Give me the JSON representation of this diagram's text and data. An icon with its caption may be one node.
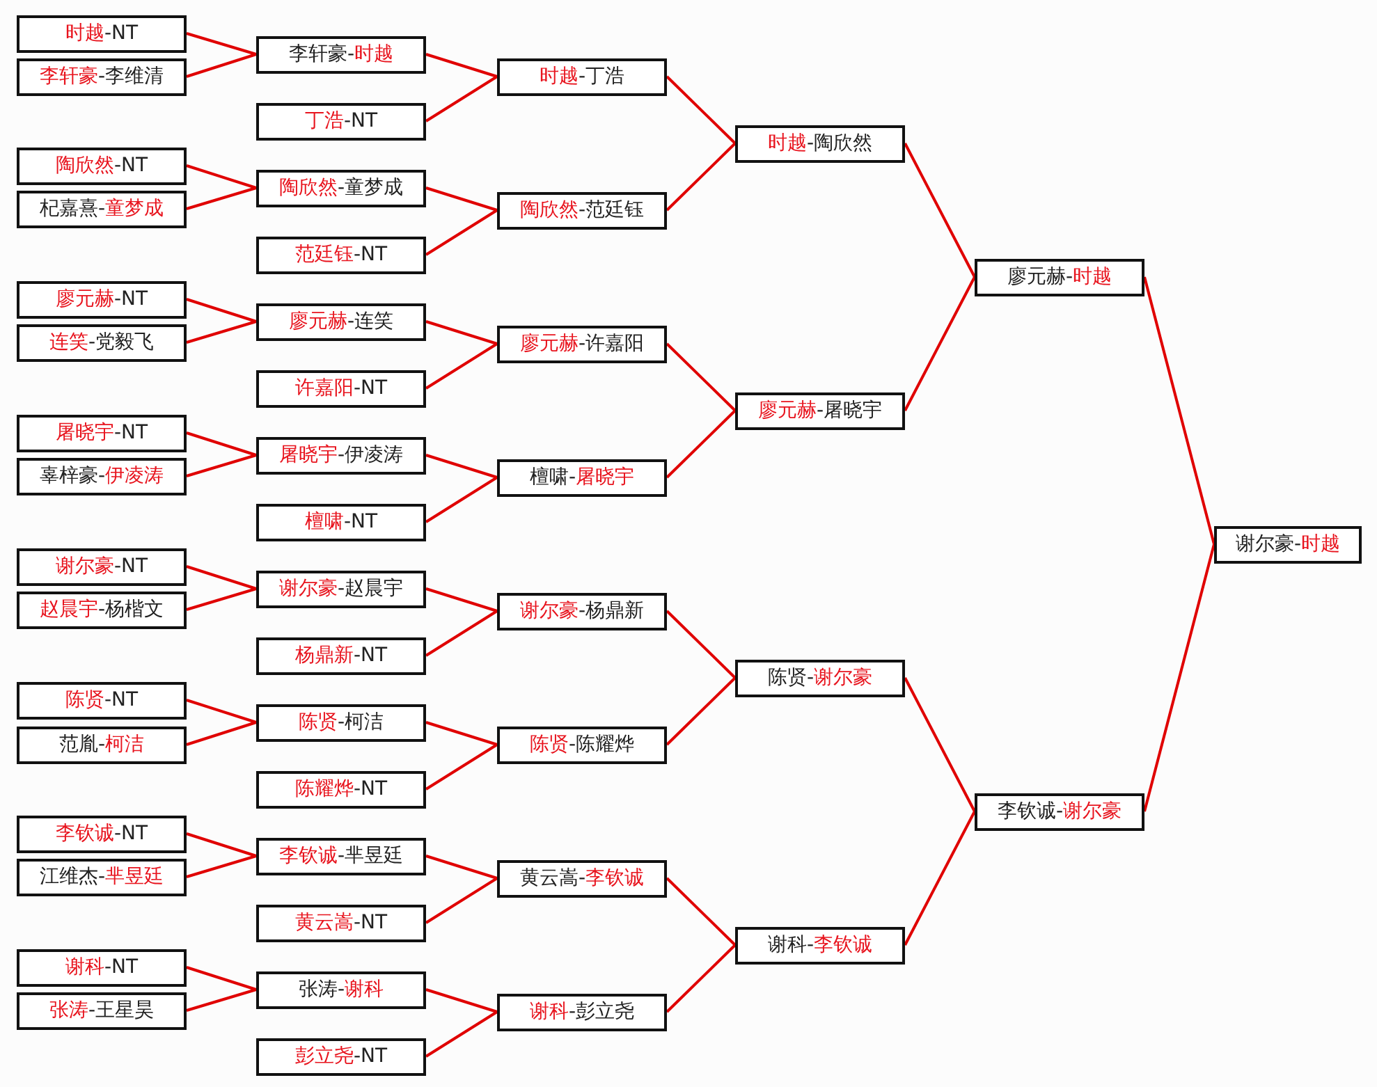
{
  "diagram": {
    "nodes": [
      {
        "text": [
          "**时越**-NT"
        ]
      },
      {
        "text": [
          "**李轩豪**-李维清"
        ]
      },
      {
        "text": [
          "**陶欣然**-NT"
        ]
      },
      {
        "text": [
          "杞嘉熹-**童梦成**"
        ]
      },
      {
        "text": [
          "**廖元赫**-NT"
        ]
      },
      {
        "text": [
          "**连笑**-党毅飞"
        ]
      },
      {
        "text": [
          "**屠晓宇**-NT"
        ]
      },
      {
        "text": [
          "辜梓豪-**伊凌涛**"
        ]
      },
      {
        "text": [
          "**谢尔豪**-NT"
        ]
      },
      {
        "text": [
          "**赵晨宇**-杨楷文"
        ]
      },
      {
        "text": [
          "**陈贤**-NT"
        ]
      },
      {
        "text": [
          "范胤-**柯洁**"
        ]
      },
      {
        "text": [
          "**李钦诚**-NT"
        ]
      },
      {
        "text": [
          "江维杰-**芈昱廷**"
        ]
      },
      {
        "text": [
          "**谢科**-NT"
        ]
      },
      {
        "text": [
          "**张涛**-王星昊"
        ]
      },
      {
        "text": [
          "李轩豪-**时越**"
        ]
      },
      {
        "text": [
          "**丁浩**-NT"
        ]
      },
      {
        "text": [
          "**陶欣然**-童梦成"
        ]
      },
      {
        "text": [
          "**范廷钰**-NT"
        ]
      },
      {
        "text": [
          "**廖元赫**-连笑"
        ]
      },
      {
        "text": [
          "**许嘉阳**-NT"
        ]
      },
      {
        "text": [
          "**屠晓宇**-伊凌涛"
        ]
      },
      {
        "text": [
          "**檀啸**-NT"
        ]
      },
      {
        "text": [
          "**谢尔豪**-赵晨宇"
        ]
      },
      {
        "text": [
          "**杨鼎新**-NT"
        ]
      },
      {
        "text": [
          "**陈贤**-柯洁"
        ]
      },
      {
        "text": [
          "**陈耀烨**-NT"
        ]
      },
      {
        "text": [
          "**李钦诚**-芈昱廷"
        ]
      },
      {
        "text": [
          "**黄云嵩**-NT"
        ]
      },
      {
        "text": [
          "张涛-**谢科**"
        ]
      },
      {
        "text": [
          "**彭立尧**-NT"
        ]
      },
      {
        "text": [
          "**时越**-丁浩"
        ]
      },
      {
        "text": [
          "**陶欣然**-范廷钰"
        ]
      },
      {
        "text": [
          "**廖元赫**-许嘉阳"
        ]
      },
      {
        "text": [
          "檀啸-**屠晓宇**"
        ]
      },
      {
        "text": [
          "**谢尔豪**-杨鼎新"
        ]
      },
      {
        "text": [
          "**陈贤**-陈耀烨"
        ]
      },
      {
        "text": [
          "黄云嵩-**李钦诚**"
        ]
      },
      {
        "text": [
          "**谢科**-彭立尧"
        ]
      },
      {
        "text": [
          "**时越**-陶欣然"
        ]
      },
      {
        "text": [
          "**廖元赫**-屠晓宇"
        ]
      },
      {
        "text": [
          "陈贤-**谢尔豪**"
        ]
      },
      {
        "text": [
          "谢科-**李钦诚**"
        ]
      },
      {
        "text": [
          "廖元赫-**时越**"
        ]
      },
      {
        "text": [
          "李钦诚-**谢尔豪**"
        ]
      },
      {
        "text": [
          "谢尔豪-**时越**"
        ]
      }
    ],
    "edges": [
      {
        "from": 0,
        "to": 16,
        "arrow": "none"
      },
      {
        "from": 1,
        "to": 16,
        "arrow": "none"
      },
      {
        "from": 2,
        "to": 18,
        "arrow": "none"
      },
      {
        "from": 3,
        "to": 18,
        "arrow": "none"
      },
      {
        "from": 4,
        "to": 20,
        "arrow": "none"
      },
      {
        "from": 5,
        "to": 20,
        "arrow": "none"
      },
      {
        "from": 6,
        "to": 22,
        "arrow": "none"
      },
      {
        "from": 7,
        "to": 22,
        "arrow": "none"
      },
      {
        "from": 8,
        "to": 24,
        "arrow": "none"
      },
      {
        "from": 9,
        "to": 24,
        "arrow": "none"
      },
      {
        "from": 10,
        "to": 26,
        "arrow": "none"
      },
      {
        "from": 11,
        "to": 26,
        "arrow": "none"
      },
      {
        "from": 12,
        "to": 28,
        "arrow": "none"
      },
      {
        "from": 13,
        "to": 28,
        "arrow": "none"
      },
      {
        "from": 14,
        "to": 30,
        "arrow": "none"
      },
      {
        "from": 15,
        "to": 30,
        "arrow": "none"
      },
      {
        "from": 16,
        "to": 32,
        "arrow": "none"
      },
      {
        "from": 17,
        "to": 32,
        "arrow": "none"
      },
      {
        "from": 18,
        "to": 33,
        "arrow": "none"
      },
      {
        "from": 19,
        "to": 33,
        "arrow": "none"
      },
      {
        "from": 20,
        "to": 34,
        "arrow": "none"
      },
      {
        "from": 21,
        "to": 34,
        "arrow": "none"
      },
      {
        "from": 22,
        "to": 35,
        "arrow": "none"
      },
      {
        "from": 23,
        "to": 35,
        "arrow": "none"
      },
      {
        "from": 24,
        "to": 36,
        "arrow": "none"
      },
      {
        "from": 25,
        "to": 36,
        "arrow": "none"
      },
      {
        "from": 26,
        "to": 37,
        "arrow": "none"
      },
      {
        "from": 27,
        "to": 37,
        "arrow": "none"
      },
      {
        "from": 28,
        "to": 38,
        "arrow": "none"
      },
      {
        "from": 29,
        "to": 38,
        "arrow": "none"
      },
      {
        "from": 30,
        "to": 39,
        "arrow": "none"
      },
      {
        "from": 31,
        "to": 39,
        "arrow": "none"
      },
      {
        "from": 32,
        "to": 40,
        "arrow": "none"
      },
      {
        "from": 33,
        "to": 40,
        "arrow": "none"
      },
      {
        "from": 34,
        "to": 41,
        "arrow": "none"
      },
      {
        "from": 35,
        "to": 41,
        "arrow": "none"
      },
      {
        "from": 36,
        "to": 42,
        "arrow": "none"
      },
      {
        "from": 37,
        "to": 42,
        "arrow": "none"
      },
      {
        "from": 38,
        "to": 43,
        "arrow": "none"
      },
      {
        "from": 39,
        "to": 43,
        "arrow": "none"
      },
      {
        "from": 40,
        "to": 44,
        "arrow": "none"
      },
      {
        "from": 41,
        "to": 44,
        "arrow": "none"
      },
      {
        "from": 42,
        "to": 45,
        "arrow": "none"
      },
      {
        "from": 43,
        "to": 45,
        "arrow": "none"
      },
      {
        "from": 44,
        "to": 46,
        "arrow": "none"
      },
      {
        "from": 45,
        "to": 46,
        "arrow": "none"
      }
    ]
  }
}
